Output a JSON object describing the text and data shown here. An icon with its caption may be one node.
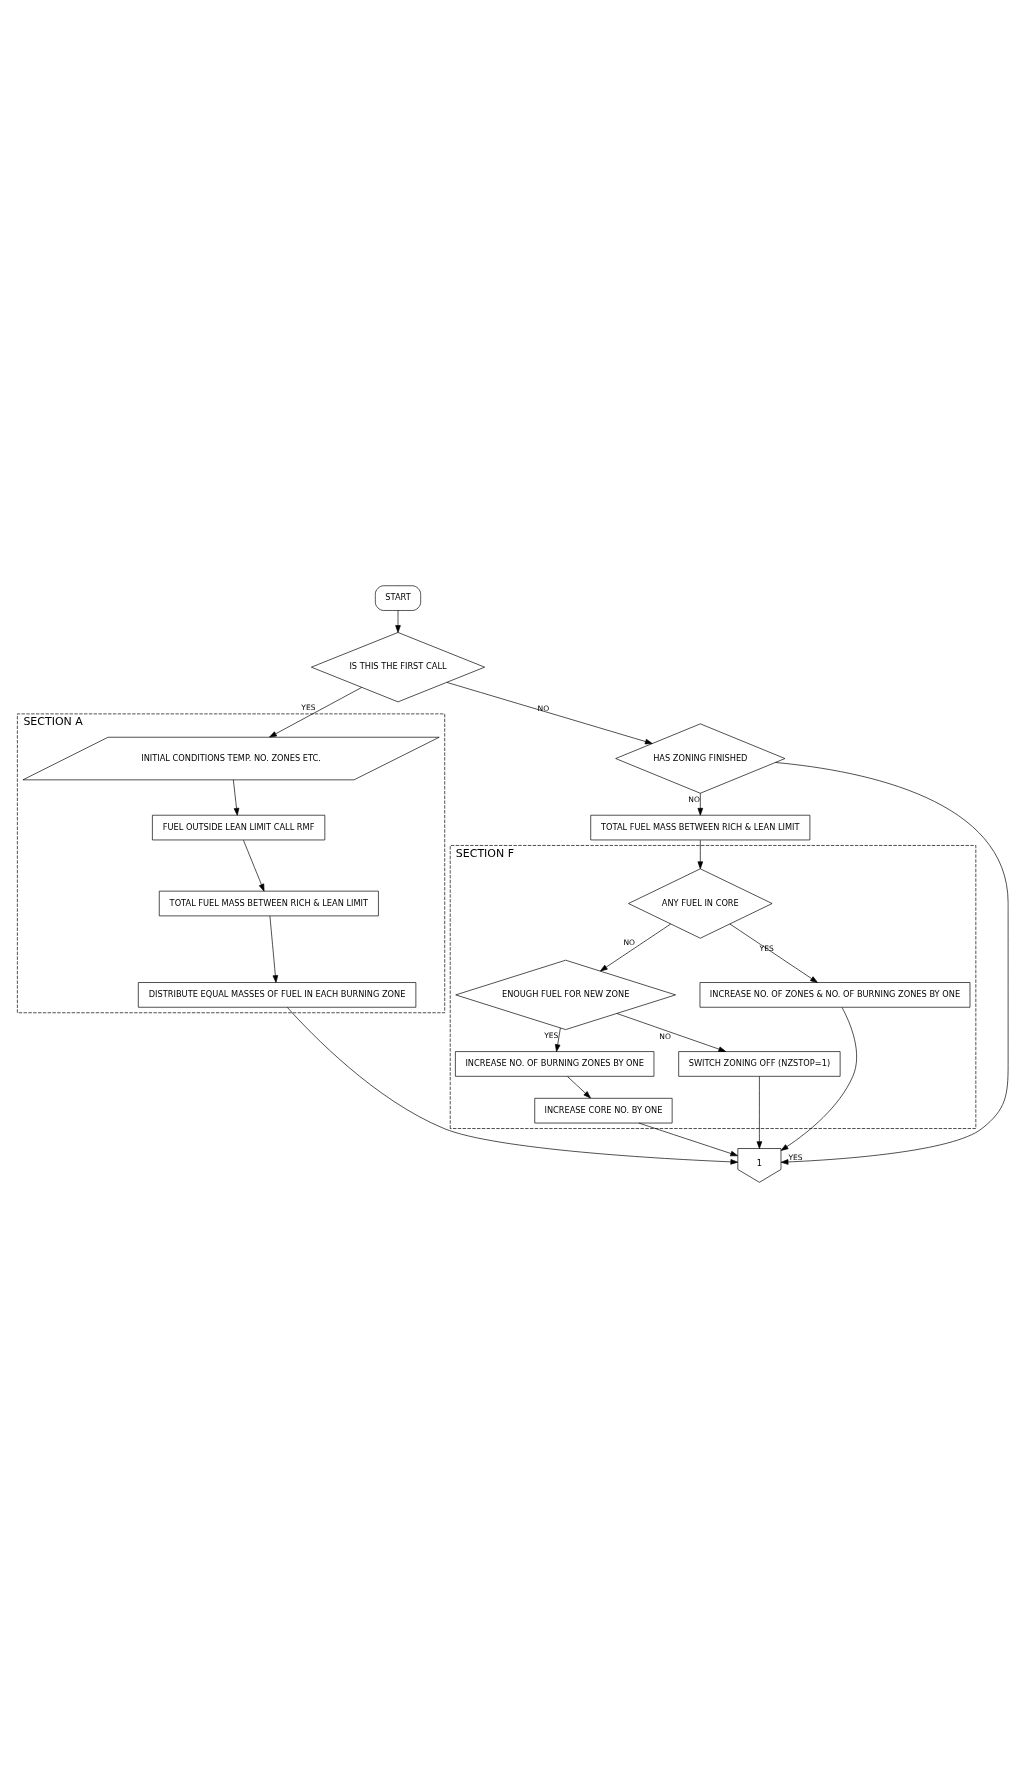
{
  "diagram": {
    "nodes": [
      {
        "text": [
          "START"
        ]
      },
      {
        "text": [
          "IS THIS THE FIRST CALL"
        ]
      },
      {
        "text": [
          "SECTION A"
        ]
      },
      {
        "text": [
          "INITIAL CONDITIONS TEMP. NO. ZONES ETC."
        ],
        "in": 2
      },
      {
        "text": [
          "FUEL OUTSIDE LEAN LIMIT CALL RMF"
        ],
        "in": 2
      },
      {
        "text": [
          "TOTAL FUEL MASS BETWEEN RICH & LEAN LIMIT"
        ],
        "in": 2
      },
      {
        "text": [
          "DISTRIBUTE EQUAL MASSES OF FUEL IN EACH BURNING ZONE"
        ],
        "in": 2
      },
      {
        "text": [
          "HAS ZONING FINISHED"
        ]
      },
      {
        "text": [
          "TOTAL FUEL MASS BETWEEN RICH & LEAN LIMIT"
        ]
      },
      {
        "text": [
          "SECTION F"
        ]
      },
      {
        "text": [
          "ANY FUEL IN CORE"
        ],
        "in": 9
      },
      {
        "text": [
          "INCREASE NO. OF ZONES & NO. OF BURNING ZONES BY ONE"
        ],
        "in": 9
      },
      {
        "text": [
          "ENOUGH FUEL FOR NEW ZONE"
        ],
        "in": 9
      },
      {
        "text": [
          "INCREASE NO. OF BURNING ZONES BY ONE"
        ],
        "in": 9
      },
      {
        "text": [
          "INCREASE CORE NO. BY ONE"
        ],
        "in": 9
      },
      {
        "text": [
          "SWITCH ZONING OFF (NZSTOP=1)"
        ],
        "in": 9
      },
      {
        "text": [
          "1"
        ]
      }
    ],
    "edges": [
      {
        "from": 0,
        "to": 1,
        "arrow": "to"
      },
      {
        "from": 1,
        "to": 3,
        "arrow": "to",
        "label": "YES"
      },
      {
        "from": 1,
        "to": 7,
        "arrow": "to",
        "label": "NO"
      },
      {
        "from": 3,
        "to": 4,
        "arrow": "to"
      },
      {
        "from": 4,
        "to": 5,
        "arrow": "to"
      },
      {
        "from": 5,
        "to": 6,
        "arrow": "to"
      },
      {
        "from": 7,
        "to": 16,
        "arrow": "to",
        "label": "YES"
      },
      {
        "from": 7,
        "to": 8,
        "arrow": "to",
        "label": "NO"
      },
      {
        "from": 8,
        "to": 10,
        "arrow": "to"
      },
      {
        "from": 10,
        "to": 11,
        "arrow": "to",
        "label": "YES"
      },
      {
        "from": 10,
        "to": 12,
        "arrow": "to",
        "label": "NO"
      },
      {
        "from": 12,
        "to": 15,
        "arrow": "to",
        "label": "NO"
      },
      {
        "from": 12,
        "to": 13,
        "arrow": "to",
        "label": "YES"
      },
      {
        "from": 13,
        "to": 14,
        "arrow": "to"
      },
      {
        "from": 6,
        "to": 16,
        "arrow": "to"
      },
      {
        "from": 11,
        "to": 16,
        "arrow": "to"
      },
      {
        "from": 14,
        "to": 16,
        "arrow": "to"
      },
      {
        "from": 15,
        "to": 16,
        "arrow": "to"
      }
    ]
  }
}
